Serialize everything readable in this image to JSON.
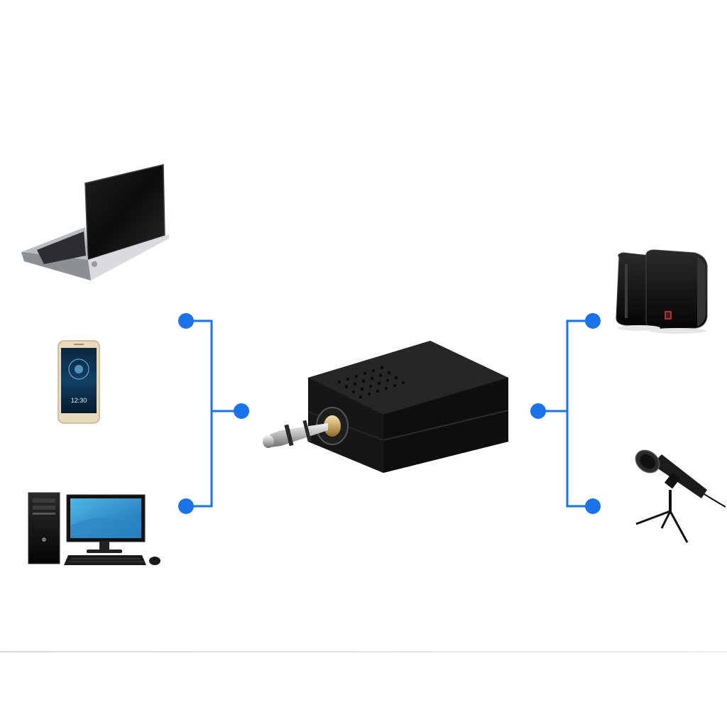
{
  "diagram": {
    "connector_color": "#1a73e8",
    "inputs": [
      {
        "device": "laptop",
        "icon": "laptop-icon"
      },
      {
        "device": "smartphone",
        "icon": "smartphone-icon",
        "screen_time": "12:30"
      },
      {
        "device": "desktop-computer",
        "icon": "desktop-computer-icon"
      }
    ],
    "center": {
      "device": "audio-adapter",
      "icon": "stereo-jack-adapter-icon"
    },
    "outputs": [
      {
        "device": "speakers",
        "icon": "speakers-icon"
      },
      {
        "device": "microphone",
        "icon": "microphone-icon"
      }
    ]
  }
}
